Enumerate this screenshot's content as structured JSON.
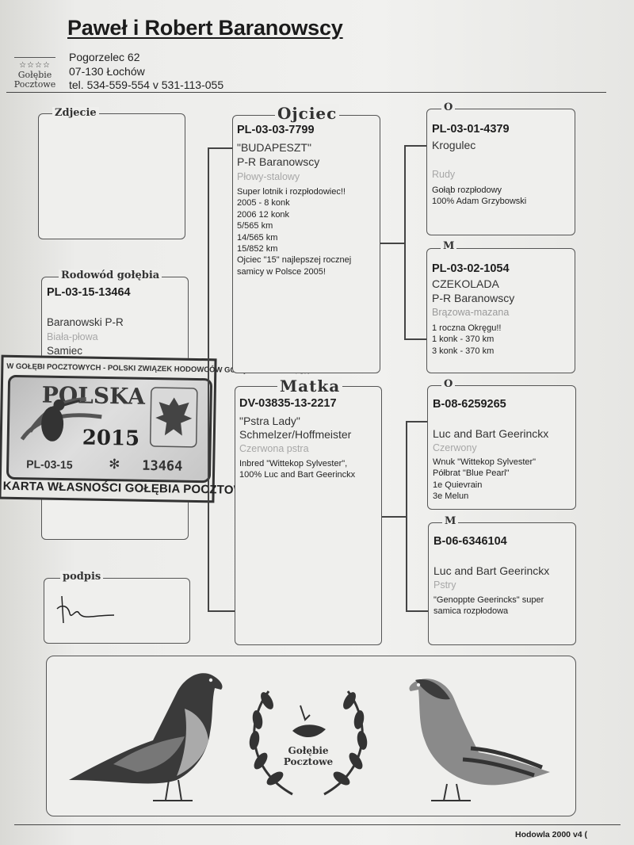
{
  "header": {
    "title": "Paweł i Robert Baranowscy",
    "address_line1": "Pogorzelec 62",
    "address_line2": "07-130 Łochów",
    "phone_line": "tel. 534-559-554 v 531-113-055",
    "logo_line1": "Gołębie",
    "logo_line2": "Pocztowe"
  },
  "left": {
    "photo_legend": "Zdjecie",
    "pedigree_legend": "Rodowód gołębia",
    "ring": "PL-03-15-13464",
    "breeder": "Baranowski P-R",
    "color": "Biała-płowa",
    "sex": "Samiec",
    "signature_legend": "podpis"
  },
  "stamp": {
    "arc_text": "W GOŁĘBI POCZTOWYCH - POLSKI ZWIĄZEK HODOWCÓW GOŁĘBI POCZTOWYCH",
    "country": "POLSKA",
    "year": "2015",
    "region": "PL-03-15",
    "number": "13464",
    "bottom_text": "KARTA WŁASNOŚCI GOŁĘBIA POCZTOWEGO"
  },
  "father": {
    "legend": "Ojciec",
    "ring": "PL-03-03-7799",
    "name": "\"BUDAPESZT\"",
    "breeder": "P-R Baranowscy",
    "color": "Płowy-stalowy",
    "notes": [
      "Super lotnik i rozpłodowiec!!",
      "2005 - 8 konk",
      "2006 12 konk",
      "5/565 km",
      "14/565 km",
      "15/852 km",
      "Ojciec \"15\" najlepszej rocznej",
      "samicy w Polsce 2005!"
    ]
  },
  "mother": {
    "legend": "Matka",
    "ring": "DV-03835-13-2217",
    "name": "\"Pstra Lady\"",
    "breeder": "Schmelzer/Hoffmeister",
    "color": "Czerwona pstra",
    "notes": [
      "Inbred \"Wittekop Sylvester\",",
      "100% Luc and Bart Geerinckx"
    ]
  },
  "ff": {
    "legend": "O",
    "ring": "PL-03-01-4379",
    "name": "Krogulec",
    "color": "Rudy",
    "notes": [
      "Gołąb rozpłodowy",
      "100% Adam Grzybowski"
    ]
  },
  "fm": {
    "legend": "M",
    "ring": "PL-03-02-1054",
    "name": "CZEKOLADA",
    "breeder": "P-R Baranowscy",
    "color": "Brązowa-mazana",
    "notes": [
      "1 roczna Okręgu!!",
      "1 konk - 370 km",
      "3 konk - 370 km"
    ]
  },
  "mf": {
    "legend": "O",
    "ring": "B-08-6259265",
    "breeder": "Luc and Bart Geerinckx",
    "color": "Czerwony",
    "notes": [
      "Wnuk \"Wittekop Sylvester\"",
      "Półbrat \"Blue Pearl\"",
      "1e Quievrain",
      "3e Melun"
    ]
  },
  "mm": {
    "legend": "M",
    "ring": "B-06-6346104",
    "breeder": "Luc and Bart Geerinckx",
    "color": "Pstry",
    "notes": [
      "\"Genoppte Geerincks\" super",
      "samica rozpłodowa"
    ]
  },
  "bottom": {
    "wreath_line1": "Gołębie",
    "wreath_line2": "Pocztowe"
  },
  "footer": "Hodowla 2000 v4 ("
}
